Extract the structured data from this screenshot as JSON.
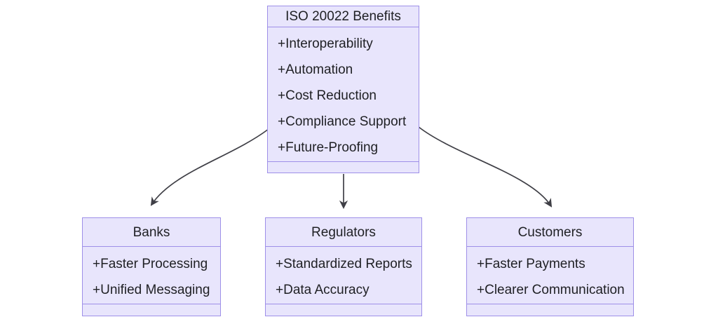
{
  "diagram": {
    "type": "uml-class-diagram",
    "background_color": "#ffffff",
    "node_fill_color": "#e8e5fc",
    "node_border_color": "#9e8fe8",
    "text_color": "#1f2024",
    "edge_color": "#3f3f46",
    "root": {
      "title": "ISO 20022 Benefits",
      "attributes": [
        "+Interoperability",
        "+Automation",
        "+Cost Reduction",
        "+Compliance Support",
        "+Future-Proofing"
      ],
      "methods": []
    },
    "children": [
      {
        "title": "Banks",
        "attributes": [
          "+Faster Processing",
          "+Unified Messaging"
        ],
        "methods": []
      },
      {
        "title": "Regulators",
        "attributes": [
          "+Standardized Reports",
          "+Data Accuracy"
        ],
        "methods": []
      },
      {
        "title": "Customers",
        "attributes": [
          "+Faster Payments",
          "+Clearer Communication"
        ],
        "methods": []
      }
    ],
    "edges": [
      {
        "from": "ISO 20022 Benefits",
        "to": "Banks",
        "style": "curved",
        "arrow": "filled-triangle"
      },
      {
        "from": "ISO 20022 Benefits",
        "to": "Regulators",
        "style": "straight",
        "arrow": "filled-triangle"
      },
      {
        "from": "ISO 20022 Benefits",
        "to": "Customers",
        "style": "curved",
        "arrow": "filled-triangle"
      }
    ]
  }
}
